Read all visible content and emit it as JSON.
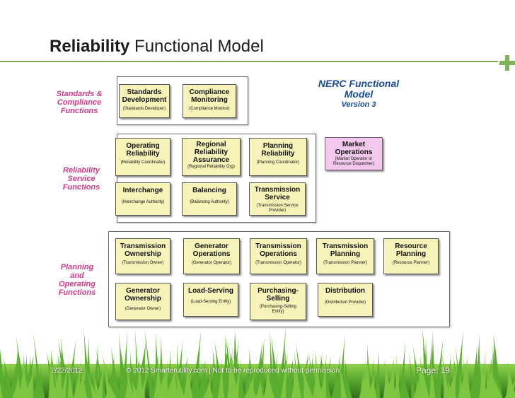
{
  "title": {
    "bold": "Reliability",
    "rest": " Functional Model"
  },
  "diagram_title": {
    "line1": "NERC Functional",
    "line2": "Model",
    "version": "Version 3"
  },
  "groups": {
    "standards": {
      "label": [
        "Standards &",
        "Compliance",
        "Functions"
      ]
    },
    "reliability": {
      "label": [
        "Reliability",
        "Service",
        "Functions"
      ]
    },
    "planning": {
      "label": [
        "Planning",
        "and",
        "Operating",
        "Functions"
      ]
    }
  },
  "boxes": {
    "standards_development": {
      "name": [
        "Standards",
        "Development"
      ],
      "role": [
        "(Standards Developer)"
      ]
    },
    "compliance_monitoring": {
      "name": [
        "Compliance",
        "Monitoring"
      ],
      "role": [
        "(Compliance Monitor)"
      ]
    },
    "operating_reliability": {
      "name": [
        "Operating",
        "Reliability"
      ],
      "role": [
        "(Reliability Coordinator)"
      ]
    },
    "regional_reliability_assurance": {
      "name": [
        "Regional",
        "Reliability",
        "Assurance"
      ],
      "role": [
        "(Regional Reliability Org)"
      ]
    },
    "planning_reliability": {
      "name": [
        "Planning",
        "Reliability"
      ],
      "role": [
        "(Planning Coordinator)"
      ]
    },
    "market_operations": {
      "name": [
        "Market",
        "Operations"
      ],
      "role": [
        "(Market Operator or",
        "Resource Dispatcher)"
      ]
    },
    "interchange": {
      "name": [
        "Interchange"
      ],
      "role": [
        "(Interchange Authority)"
      ]
    },
    "balancing": {
      "name": [
        "Balancing"
      ],
      "role": [
        "(Balancing Authority)"
      ]
    },
    "transmission_service": {
      "name": [
        "Transmission",
        "Service"
      ],
      "role": [
        "(Transmission Service",
        "Provider)"
      ]
    },
    "transmission_ownership": {
      "name": [
        "Transmission",
        "Ownership"
      ],
      "role": [
        "(Transmission Owner)"
      ]
    },
    "generator_operations": {
      "name": [
        "Generator",
        "Operations"
      ],
      "role": [
        "(Generator Operator)"
      ]
    },
    "transmission_operations": {
      "name": [
        "Transmission",
        "Operations"
      ],
      "role": [
        "(Transmission Operator)"
      ]
    },
    "transmission_planning": {
      "name": [
        "Transmission",
        "Planning"
      ],
      "role": [
        "(Transmission Planner)"
      ]
    },
    "resource_planning": {
      "name": [
        "Resource",
        "Planning"
      ],
      "role": [
        "(Resource Planner)"
      ]
    },
    "generator_ownership": {
      "name": [
        "Generator",
        "Ownership"
      ],
      "role": [
        "(Generator Owner)"
      ]
    },
    "load_serving": {
      "name": [
        "Load-Serving"
      ],
      "role": [
        "(Load-Serving Entity)"
      ]
    },
    "purchasing_selling": {
      "name": [
        "Purchasing-",
        "Selling"
      ],
      "role": [
        "(Purchasing-Selling",
        "Entity)"
      ]
    },
    "distribution": {
      "name": [
        "Distribution"
      ],
      "role": [
        "(Distribution Provider)"
      ]
    }
  },
  "footer": {
    "date": "2/22/2012",
    "copyright": "© 2012 Smarterutility.com | Not to be reproduced without permission",
    "page": "Page: 19"
  },
  "colors": {
    "accent": "#d43a8a",
    "nerc": "#1a4c9a",
    "box": "#f8f3b8",
    "market": "#f3c8ec",
    "rule": "#8aa65a"
  }
}
